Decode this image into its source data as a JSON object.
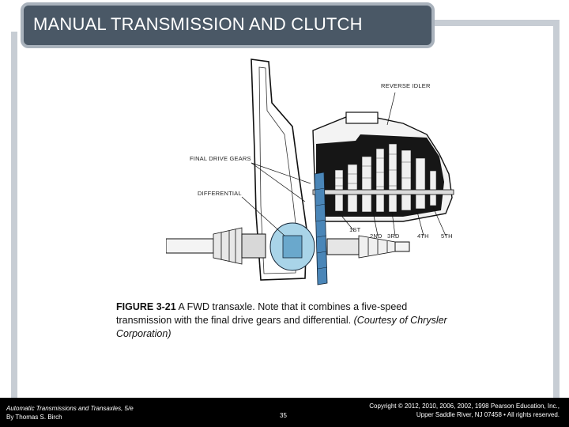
{
  "slide": {
    "title": "MANUAL TRANSMISSION AND CLUTCH"
  },
  "figure": {
    "callouts": {
      "reverse_idler": "REVERSE IDLER",
      "final_drive_gears": "FINAL DRIVE GEARS",
      "differential": "DIFFERENTIAL",
      "gear_1st": "1ST",
      "gear_2nd": "2ND",
      "gear_3rd": "3RD",
      "gear_4th": "4TH",
      "gear_5th": "5TH"
    }
  },
  "caption": {
    "label": "FIGURE 3-21",
    "text": " A FWD transaxle. Note that it combines a five-speed transmission with the final drive gears and differential. ",
    "credit": "(Courtesy of Chrysler Corporation)"
  },
  "footer": {
    "book_title": "Automatic Transmissions and Transaxles, 5/e",
    "author": "By Thomas S. Birch",
    "page_number": "35",
    "copyright_line1": "Copyright © 2012, 2010, 2006, 2002, 1998 Pearson Education, Inc.,",
    "copyright_line2": "Upper Saddle River, NJ 07458 • All rights reserved."
  },
  "colors": {
    "title_bg": "#4a5866",
    "frame": "#c7cdd4",
    "differential_highlight": "#a9d4e8",
    "gear_teeth_blue": "#4a86b8"
  }
}
